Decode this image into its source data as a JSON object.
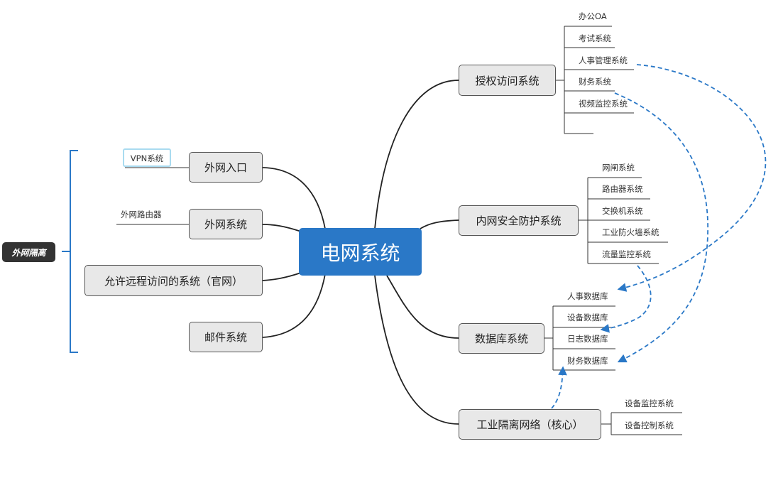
{
  "root": {
    "label": "电网系统"
  },
  "summary": {
    "label": "外网隔离"
  },
  "left": {
    "entry": {
      "label": "外网入口",
      "child": "VPN系统"
    },
    "extsys": {
      "label": "外网系统",
      "child": "外网路由器"
    },
    "remote": {
      "label": "允许远程访问的系统（官网）"
    },
    "mail": {
      "label": "邮件系统"
    }
  },
  "right": {
    "auth": {
      "label": "授权访问系统",
      "children": [
        "办公OA",
        "考试系统",
        "人事管理系统",
        "财务系统",
        "视频监控系统",
        ""
      ]
    },
    "security": {
      "label": "内网安全防护系统",
      "children": [
        "网闸系统",
        "路由器系统",
        "交换机系统",
        "工业防火墙系统",
        "流量监控系统"
      ]
    },
    "database": {
      "label": "数据库系统",
      "children": [
        "人事数据库",
        "设备数据库",
        "日志数据库",
        "财务数据库"
      ]
    },
    "industrial": {
      "label": "工业隔离网络（核心）",
      "children": [
        "设备监控系统",
        "设备控制系统"
      ]
    }
  },
  "colors": {
    "root": "#2a78c7",
    "bracket": "#2a78c7",
    "dashed_link": "#2a78c7",
    "node_fill": "#e8e8e8",
    "summary_fill": "#333333"
  }
}
